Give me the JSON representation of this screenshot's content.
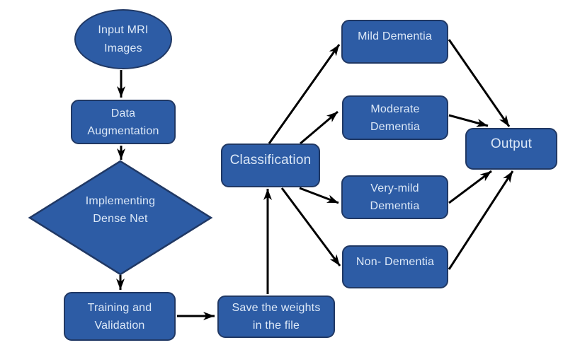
{
  "colors": {
    "node_fill": "#2D5CA5",
    "node_border": "#203864",
    "node_text": "#DCE8F7",
    "arrow": "#000000",
    "background": "#FFFFFF"
  },
  "nodes": {
    "input_mri": {
      "label": "Input MRI\nImages",
      "shape": "ellipse"
    },
    "data_augmentation": {
      "label": "Data\nAugmentation",
      "shape": "rounded-rect"
    },
    "dense_net": {
      "label": "Implementing\nDense Net",
      "shape": "diamond"
    },
    "training": {
      "label": "Training and\nValidation",
      "shape": "rounded-rect"
    },
    "save_weights": {
      "label": "Save the weights\nin the file",
      "shape": "rounded-rect"
    },
    "classification": {
      "label": "Classification",
      "shape": "rounded-rect"
    },
    "mild": {
      "label": "Mild Dementia",
      "shape": "rounded-rect"
    },
    "moderate": {
      "label": "Moderate\nDementia",
      "shape": "rounded-rect"
    },
    "very_mild": {
      "label": "Very-mild\nDementia",
      "shape": "rounded-rect"
    },
    "non_dementia": {
      "label": "Non- Dementia",
      "shape": "rounded-rect"
    },
    "output": {
      "label": "Output",
      "shape": "rounded-rect"
    }
  },
  "edges": [
    {
      "from": "input_mri",
      "to": "data_augmentation"
    },
    {
      "from": "data_augmentation",
      "to": "dense_net"
    },
    {
      "from": "dense_net",
      "to": "training"
    },
    {
      "from": "training",
      "to": "save_weights"
    },
    {
      "from": "save_weights",
      "to": "classification"
    },
    {
      "from": "classification",
      "to": "mild"
    },
    {
      "from": "classification",
      "to": "moderate"
    },
    {
      "from": "classification",
      "to": "very_mild"
    },
    {
      "from": "classification",
      "to": "non_dementia"
    },
    {
      "from": "mild",
      "to": "output"
    },
    {
      "from": "moderate",
      "to": "output"
    },
    {
      "from": "very_mild",
      "to": "output"
    },
    {
      "from": "non_dementia",
      "to": "output"
    }
  ]
}
